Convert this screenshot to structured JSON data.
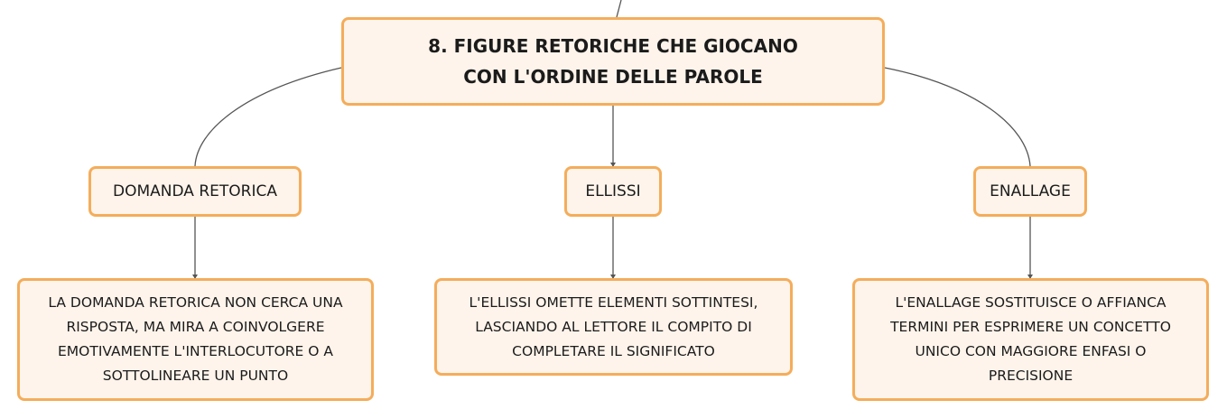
{
  "diagram": {
    "colors": {
      "node_fill": "#fef4eb",
      "node_border": "#f4ad5b",
      "connector": "#555555",
      "text": "#1b1b1b"
    },
    "root": {
      "label": "8. FIGURE RETORICHE CHE GIOCANO CON L'ORDINE DELLE PAROLE"
    },
    "branches": [
      {
        "title": "DOMANDA RETORICA",
        "description": "LA DOMANDA RETORICA NON CERCA UNA RISPOSTA, MA MIRA A COINVOLGERE EMOTIVAMENTE L'INTERLOCUTORE O A SOTTOLINEARE UN PUNTO"
      },
      {
        "title": "ELLISSI",
        "description": "L'ELLISSI OMETTE ELEMENTI SOTTINTESI, LASCIANDO AL LETTORE IL COMPITO DI COMPLETARE IL SIGNIFICATO"
      },
      {
        "title": "ENALLAGE",
        "description": "L'ENALLAGE SOSTITUISCE O AFFIANCA TERMINI PER ESPRIMERE UN CONCETTO UNICO CON MAGGIORE ENFASI O PRECISIONE"
      }
    ]
  }
}
